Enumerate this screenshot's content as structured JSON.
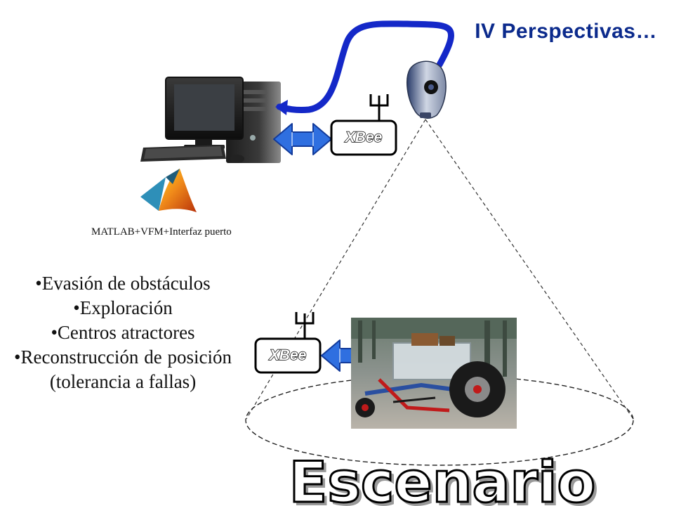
{
  "title": "IV Perspectivas…",
  "caption": "MATLAB+VFM+Interfaz puerto",
  "bullets": [
    "•Evasión de obstáculos",
    "•Exploración",
    "•Centros atractores",
    "•Reconstrucción de posición (tolerancia a fallas)"
  ],
  "xbee_top_label": "XBee",
  "xbee_bottom_label": "XBee",
  "scenario_label": "Escenario",
  "colors": {
    "title": "#0b2a8c",
    "cable": "#1428c8",
    "arrow_fill": "#2f6fe0",
    "arrow_stroke": "#123a9a"
  },
  "icons": [
    "computer-icon",
    "matlab-logo-icon",
    "camera-icon",
    "antenna-icon",
    "robot-photo"
  ]
}
